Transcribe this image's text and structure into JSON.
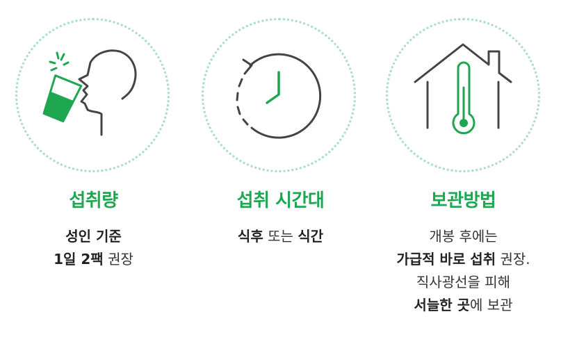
{
  "colors": {
    "accent": "#1ea650",
    "dotted_circle": "#a9dfc0",
    "icon_stroke": "#444444",
    "text": "#333333"
  },
  "cards": [
    {
      "icon": "drinking-icon",
      "title": "섭취량",
      "lines": [
        [
          {
            "text": "성인 기준",
            "bold": true
          }
        ],
        [
          {
            "text": "1일 2팩",
            "bold": true
          },
          {
            "text": " 권장",
            "bold": false
          }
        ]
      ]
    },
    {
      "icon": "clock-icon",
      "title": "섭취 시간대",
      "lines": [
        [
          {
            "text": "식후",
            "bold": true
          },
          {
            "text": " 또는 ",
            "bold": false
          },
          {
            "text": "식간",
            "bold": true
          }
        ]
      ]
    },
    {
      "icon": "house-thermometer-icon",
      "title": "보관방법",
      "lines": [
        [
          {
            "text": "개봉 후에는",
            "bold": false
          }
        ],
        [
          {
            "text": "가급적 바로 섭취",
            "bold": true
          },
          {
            "text": " 권장.",
            "bold": false
          }
        ],
        [
          {
            "text": "직사광선을 피해",
            "bold": false
          }
        ],
        [
          {
            "text": "서늘한 곳",
            "bold": true
          },
          {
            "text": "에 보관",
            "bold": false
          }
        ]
      ]
    }
  ]
}
